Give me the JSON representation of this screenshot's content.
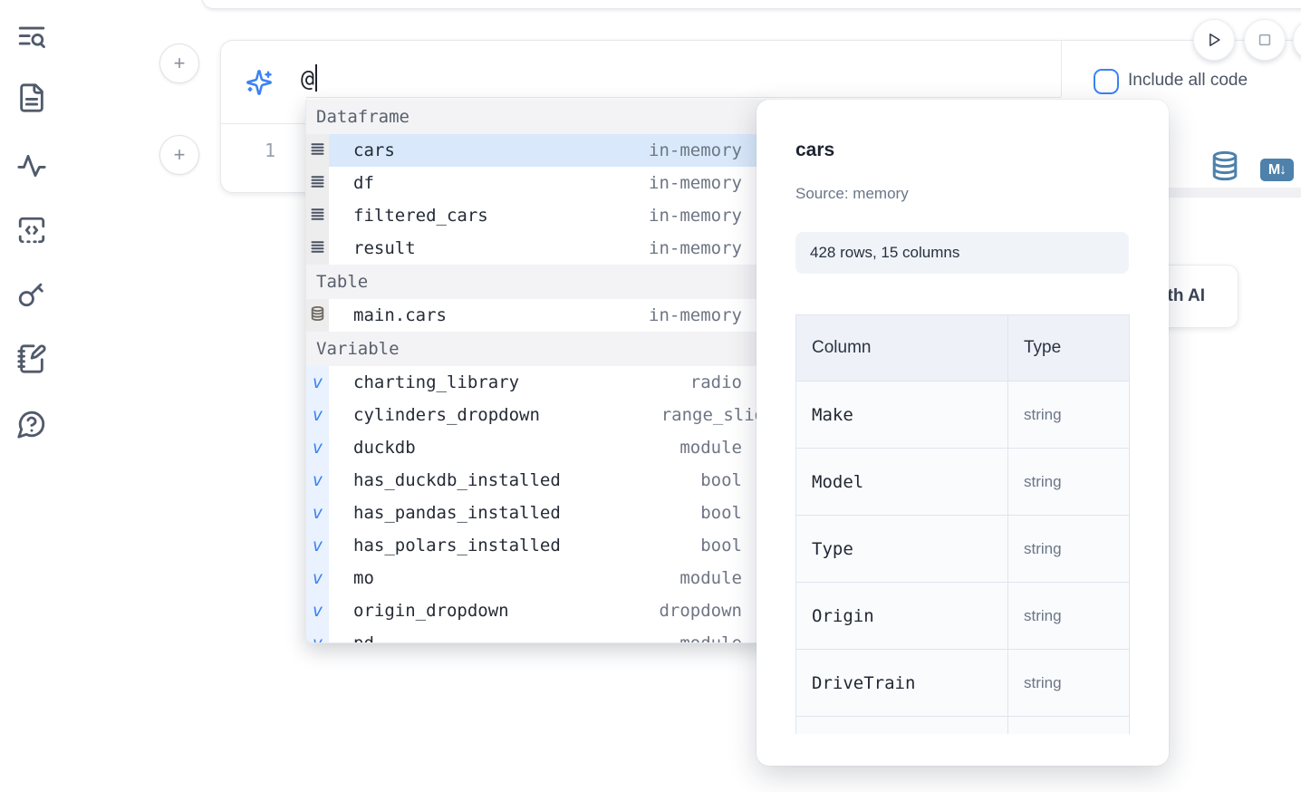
{
  "sidebar": {
    "icons": [
      {
        "name": "text-search-icon"
      },
      {
        "name": "file-document-icon"
      },
      {
        "name": "activity-icon"
      },
      {
        "name": "code-snippet-icon"
      },
      {
        "name": "key-icon"
      },
      {
        "name": "scratchpad-icon"
      },
      {
        "name": "help-chat-icon"
      }
    ]
  },
  "cell": {
    "prompt_value": "@",
    "include_all_code_label": "Include all code",
    "line_number": "1",
    "markdown_badge": "M↓"
  },
  "ai_button": {
    "label": "Generate with AI"
  },
  "autocomplete": {
    "sections": [
      {
        "label": "Dataframe",
        "items": [
          {
            "name": "cars",
            "type": "in-memory",
            "selected": true
          },
          {
            "name": "df",
            "type": "in-memory"
          },
          {
            "name": "filtered_cars",
            "type": "in-memory"
          },
          {
            "name": "result",
            "type": "in-memory"
          }
        ]
      },
      {
        "label": "Table",
        "items": [
          {
            "name": "main.cars",
            "type": "in-memory"
          }
        ]
      },
      {
        "label": "Variable",
        "items": [
          {
            "name": "charting_library",
            "type": "radio"
          },
          {
            "name": "cylinders_dropdown",
            "type": "range_slider"
          },
          {
            "name": "duckdb",
            "type": "module"
          },
          {
            "name": "has_duckdb_installed",
            "type": "bool"
          },
          {
            "name": "has_pandas_installed",
            "type": "bool"
          },
          {
            "name": "has_polars_installed",
            "type": "bool"
          },
          {
            "name": "mo",
            "type": "module"
          },
          {
            "name": "origin_dropdown",
            "type": "dropdown"
          },
          {
            "name": "pd",
            "type": "module"
          }
        ]
      }
    ]
  },
  "preview": {
    "title": "cars",
    "source": "Source: memory",
    "shape": "428 rows, 15 columns",
    "table": {
      "headers": [
        "Column",
        "Type"
      ],
      "rows": [
        [
          "Make",
          "string"
        ],
        [
          "Model",
          "string"
        ],
        [
          "Type",
          "string"
        ],
        [
          "Origin",
          "string"
        ],
        [
          "DriveTrain",
          "string"
        ]
      ]
    }
  },
  "colors": {
    "accent_blue": "#3b82f6",
    "selection_blue": "#d9e9fb",
    "steel_blue": "#4e81ab",
    "muted_text": "#6e7684"
  }
}
